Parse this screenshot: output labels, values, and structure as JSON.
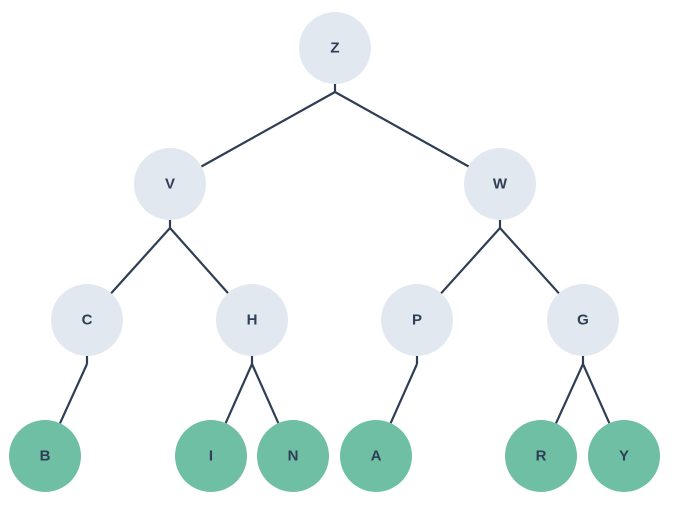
{
  "colors": {
    "internal_node": "#e2e8f0",
    "leaf_node": "#6fbfa4",
    "edge": "#2f3e55",
    "label": "#2f3e55"
  },
  "tree": {
    "nodes": [
      {
        "id": "Z",
        "label": "Z",
        "kind": "internal"
      },
      {
        "id": "V",
        "label": "V",
        "kind": "internal"
      },
      {
        "id": "W",
        "label": "W",
        "kind": "internal"
      },
      {
        "id": "C",
        "label": "C",
        "kind": "internal"
      },
      {
        "id": "H",
        "label": "H",
        "kind": "internal"
      },
      {
        "id": "P",
        "label": "P",
        "kind": "internal"
      },
      {
        "id": "G",
        "label": "G",
        "kind": "internal"
      },
      {
        "id": "B",
        "label": "B",
        "kind": "leaf"
      },
      {
        "id": "I",
        "label": "I",
        "kind": "leaf"
      },
      {
        "id": "N",
        "label": "N",
        "kind": "leaf"
      },
      {
        "id": "A",
        "label": "A",
        "kind": "leaf"
      },
      {
        "id": "R",
        "label": "R",
        "kind": "leaf"
      },
      {
        "id": "Y",
        "label": "Y",
        "kind": "leaf"
      }
    ],
    "edges": [
      {
        "from": "Z",
        "to": "V"
      },
      {
        "from": "Z",
        "to": "W"
      },
      {
        "from": "V",
        "to": "C"
      },
      {
        "from": "V",
        "to": "H"
      },
      {
        "from": "W",
        "to": "P"
      },
      {
        "from": "W",
        "to": "G"
      },
      {
        "from": "C",
        "to": "B"
      },
      {
        "from": "H",
        "to": "I"
      },
      {
        "from": "H",
        "to": "N"
      },
      {
        "from": "P",
        "to": "A"
      },
      {
        "from": "G",
        "to": "R"
      },
      {
        "from": "G",
        "to": "Y"
      }
    ]
  }
}
